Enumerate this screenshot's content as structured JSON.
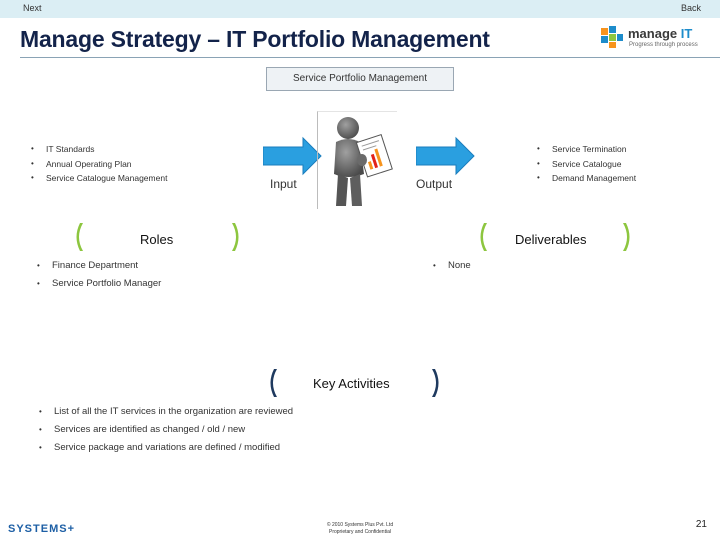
{
  "nav": {
    "next_label": "Next",
    "back_label": "Back"
  },
  "header": {
    "title": "Manage Strategy – IT Portfolio Management",
    "logo_name_prefix": "manage ",
    "logo_name_accent": "IT",
    "logo_tagline": "Progress through process"
  },
  "center_box": {
    "label": "Service Portfolio Management"
  },
  "inputs": {
    "label": "Input",
    "items": [
      "IT Standards",
      "Annual Operating Plan",
      "Service Catalogue Management"
    ]
  },
  "outputs": {
    "label": "Output",
    "items": [
      "Service Termination",
      "Service Catalogue",
      "Demand Management"
    ]
  },
  "roles": {
    "heading": "Roles",
    "items": [
      "Finance Department",
      "Service Portfolio Manager"
    ]
  },
  "deliverables": {
    "heading": "Deliverables",
    "items": [
      "None"
    ]
  },
  "key_activities": {
    "heading": "Key Activities",
    "items": [
      "List of all the IT services in the organization are reviewed",
      "Services are identified as changed / old / new",
      "Service package and variations are defined / modified"
    ]
  },
  "footer": {
    "brand": "SYSTEMS+",
    "copyright_line1": "© 2010 Systems Plus Pvt. Ltd",
    "copyright_line2": "Proprietary and Confidential",
    "page_number": "21"
  },
  "colors": {
    "arrow": "#2a9fe0",
    "bracket_green": "#8dc63f",
    "bracket_navy": "#1f3a5f",
    "title": "#13234a",
    "topbar": "#dbeef4"
  }
}
